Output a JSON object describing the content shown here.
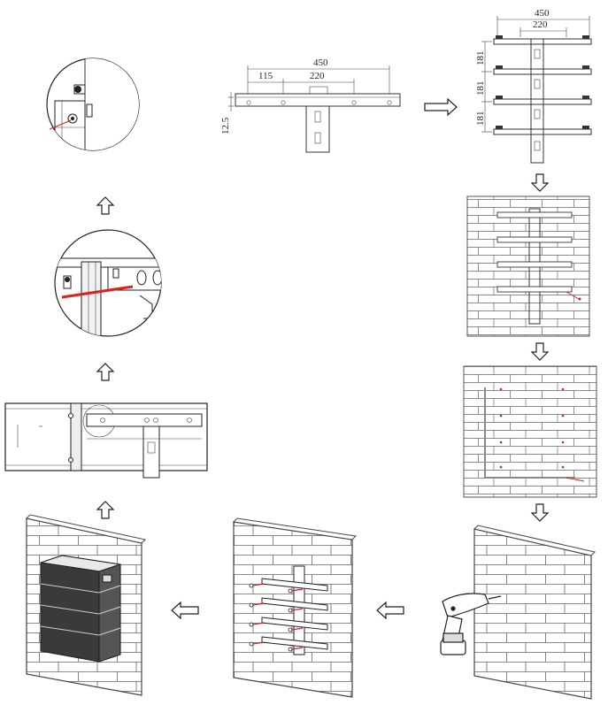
{
  "bracket": {
    "dim_total": "450",
    "dim_center": "220",
    "dim_side": "115",
    "dim_height": "12.5"
  },
  "stack": {
    "dim_total": "450",
    "dim_center": "220",
    "spacing_1": "181",
    "spacing_2": "181",
    "spacing_3": "181"
  },
  "colors": {
    "ink": "#333333",
    "accent_red": "#e0201c",
    "brick_line": "#666666"
  }
}
